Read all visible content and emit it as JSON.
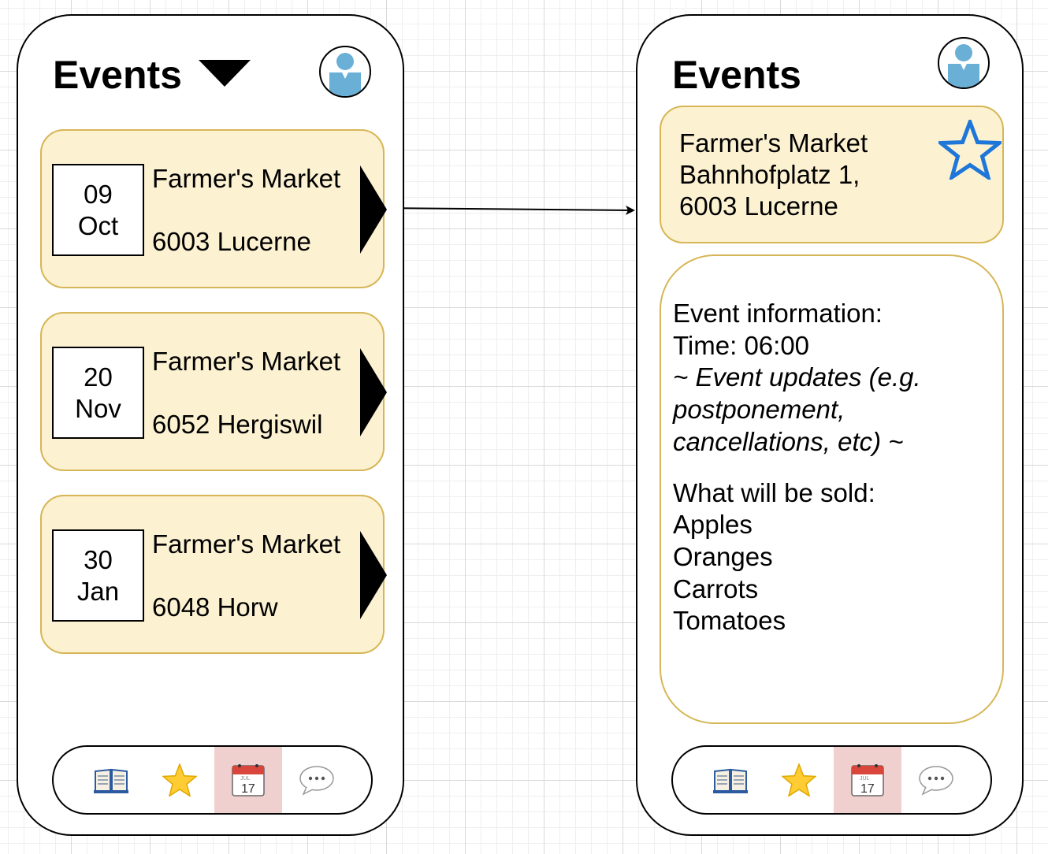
{
  "left_screen": {
    "title": "Events",
    "events": [
      {
        "day": "09",
        "month": "Oct",
        "name": "Farmer's Market",
        "address": "6003 Lucerne"
      },
      {
        "day": "20",
        "month": "Nov",
        "name": "Farmer's Market",
        "address": "6052 Hergiswil"
      },
      {
        "day": "30",
        "month": "Jan",
        "name": "Farmer's Market",
        "address": "6048 Horw"
      }
    ]
  },
  "right_screen": {
    "title": "Events",
    "detail": {
      "name": "Farmer's Market",
      "street": "Bahnhofplatz 1,",
      "city": "6003 Lucerne"
    },
    "info": {
      "heading": "Event information:",
      "time": "Time: 06:00",
      "updates": [
        "~ Event updates (e.g.",
        "postponement,",
        "cancellations, etc) ~"
      ],
      "sold_heading": "What will be sold:",
      "items": [
        "Apples",
        "Oranges",
        "Carrots",
        "Tomatoes"
      ]
    }
  },
  "tabbar": {
    "tabs": [
      {
        "icon": "book-icon",
        "glyph": "📖"
      },
      {
        "icon": "star-icon",
        "glyph": "⭐"
      },
      {
        "icon": "calendar-icon",
        "glyph": "📅",
        "active": true,
        "calendar_month": "JUL",
        "calendar_day": "17"
      },
      {
        "icon": "speech-bubble-icon",
        "glyph": "💬"
      }
    ]
  },
  "colors": {
    "card_fill": "#fcf1d1",
    "card_border": "#d6b656",
    "active_tab": "#f0cfcf",
    "avatar_blue": "#6aafd6",
    "star_blue": "#1e77d8"
  }
}
